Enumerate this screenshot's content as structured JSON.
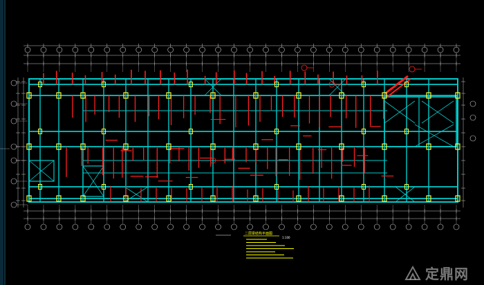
{
  "drawing": {
    "title": "二层梁结构平面图",
    "scale": "1:100",
    "watermark": "定鼎网"
  },
  "colors": {
    "background": "#000000",
    "beam": "#00cccc",
    "wall": "#ff2020",
    "column": "#ffff33",
    "dim": "#c8c8c8",
    "note": "#ffff00"
  }
}
